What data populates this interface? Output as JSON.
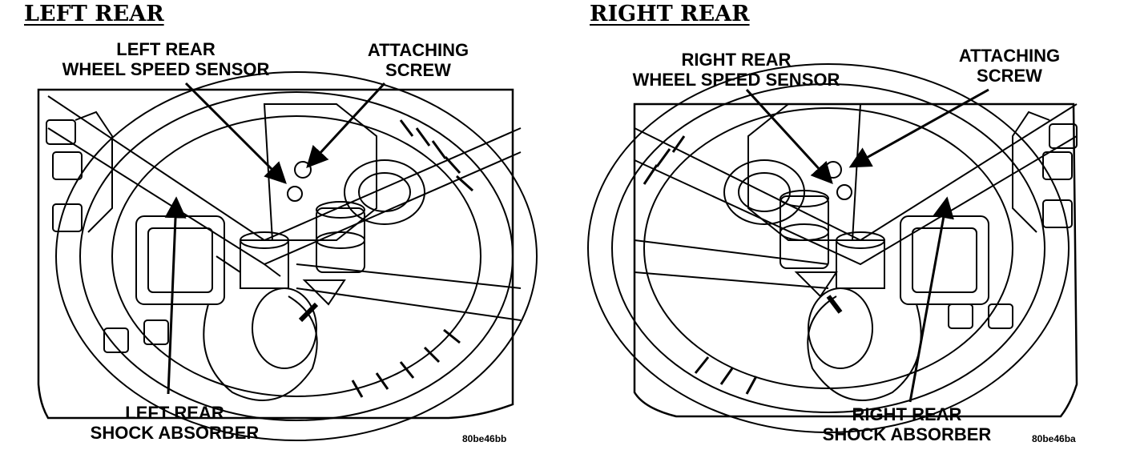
{
  "left": {
    "heading": "LEFT REAR",
    "sensor_label_line1": "LEFT REAR",
    "sensor_label_line2": "WHEEL SPEED SENSOR",
    "screw_label_line1": "ATTACHING",
    "screw_label_line2": "SCREW",
    "shock_label_line1": "LEFT REAR",
    "shock_label_line2": "SHOCK ABSORBER",
    "figure_code": "80be46bb"
  },
  "right": {
    "heading": "RIGHT REAR",
    "sensor_label_line1": "RIGHT REAR",
    "sensor_label_line2": "WHEEL SPEED SENSOR",
    "screw_label_line1": "ATTACHING",
    "screw_label_line2": "SCREW",
    "shock_label_line1": "RIGHT REAR",
    "shock_label_line2": "SHOCK ABSORBER",
    "figure_code": "80be46ba"
  }
}
